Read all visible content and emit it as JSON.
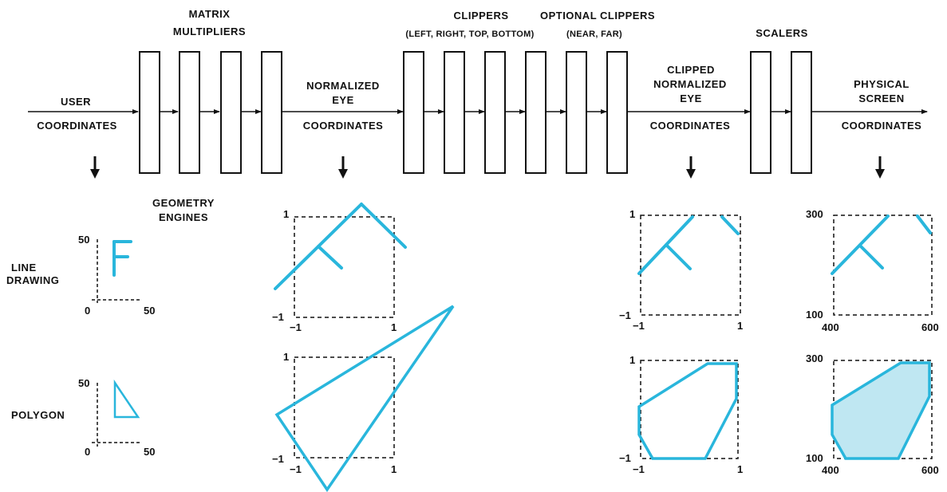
{
  "stages": {
    "user": [
      "USER",
      "COORDINATES"
    ],
    "matrix": [
      "MATRIX",
      "MULTIPLIERS"
    ],
    "normalized": [
      "NORMALIZED",
      "EYE",
      "COORDINATES"
    ],
    "clippers": [
      "CLIPPERS",
      "(LEFT, RIGHT, TOP, BOTTOM)"
    ],
    "optional": [
      "OPTIONAL CLIPPERS",
      "(NEAR, FAR)"
    ],
    "clipped": [
      "CLIPPED",
      "NORMALIZED",
      "EYE",
      "COORDINATES"
    ],
    "scalers": "SCALERS",
    "physical": [
      "PHYSICAL",
      "SCREEN",
      "COORDINATES"
    ],
    "geometry": [
      "GEOMETRY",
      "ENGINES"
    ]
  },
  "rows": {
    "line": [
      "LINE",
      "DRAWING"
    ],
    "polygon": "POLYGON"
  },
  "ticks": {
    "user": {
      "zero": "0",
      "max": "50"
    },
    "unit": {
      "pos": "1",
      "neg": "−1"
    },
    "screen": {
      "y_top": "300",
      "y_bottom": "100",
      "x_left": "400",
      "x_right": "600"
    }
  },
  "colors": {
    "cyan": "#29b6dc",
    "fill": "#bfe7f2",
    "ink": "#111111"
  }
}
